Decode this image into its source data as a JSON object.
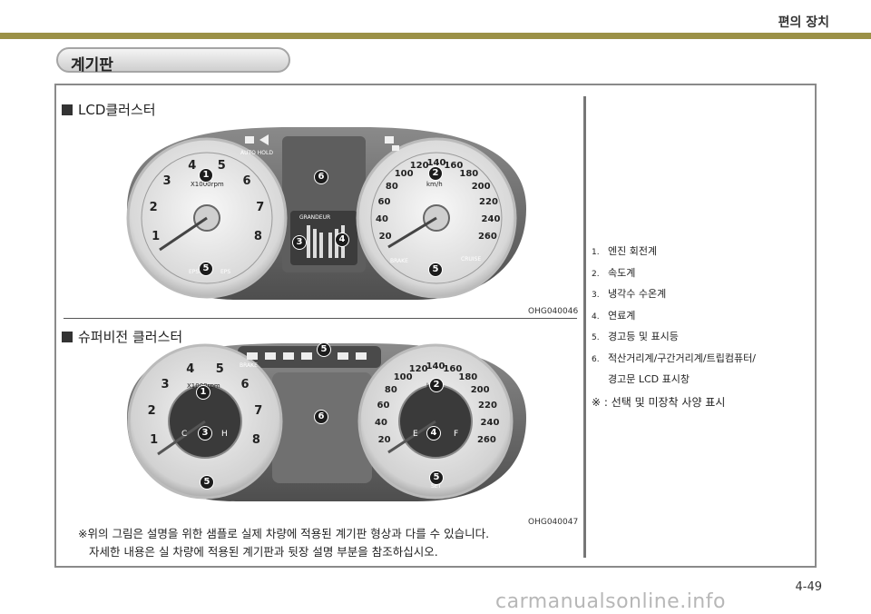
{
  "header": {
    "section": "편의 장치",
    "band_color": "#9b9147"
  },
  "page_title": "계기판",
  "figures": [
    {
      "title": "LCD클러스터",
      "code": "OHG040046",
      "upper_text": "AUTO HOLD",
      "lower_left": "EPS",
      "lower_right": "EPS",
      "brake": "BRAKE",
      "cruise": "CRUISE",
      "brand": "GRANDEUR"
    },
    {
      "title": "슈퍼비전 클러스터",
      "code": "OHG040047",
      "brake": "BRAKE",
      "set": "SET"
    }
  ],
  "tach": {
    "ticks": [
      "1",
      "2",
      "3",
      "4",
      "5",
      "6",
      "7",
      "8"
    ],
    "unit": "X1000rpm"
  },
  "speedo": {
    "ticks": [
      "20",
      "40",
      "60",
      "80",
      "100",
      "120",
      "140",
      "160",
      "180",
      "200",
      "220",
      "240",
      "260"
    ],
    "unit": "km/h"
  },
  "temp": {
    "cold": "C",
    "hot": "H"
  },
  "fuel": {
    "empty": "E",
    "full": "F"
  },
  "callouts": [
    "1",
    "2",
    "3",
    "4",
    "5",
    "6"
  ],
  "legend": [
    {
      "num": "1.",
      "text": "엔진 회전계"
    },
    {
      "num": "2.",
      "text": "속도계"
    },
    {
      "num": "3.",
      "text": "냉각수 수온계"
    },
    {
      "num": "4.",
      "text": "연료계"
    },
    {
      "num": "5.",
      "text": "경고등 및 표시등"
    },
    {
      "num": "6.",
      "text": "적산거리계/구간거리계/트립컴퓨터/",
      "cont": "경고문 LCD 표시창"
    }
  ],
  "note": "※ : 선택 및 미장착 사양 표시",
  "caption": {
    "line1": "※위의 그림은 설명을 위한 샘플로 실제 차량에 적용된 계기판 형상과 다를 수 있습니다.",
    "line2": "자세한 내용은 실 차량에 적용된 계기판과 뒷장 설명 부분을 참조하십시오."
  },
  "page_number": "4-49",
  "watermark": "carmanualsonline.info"
}
